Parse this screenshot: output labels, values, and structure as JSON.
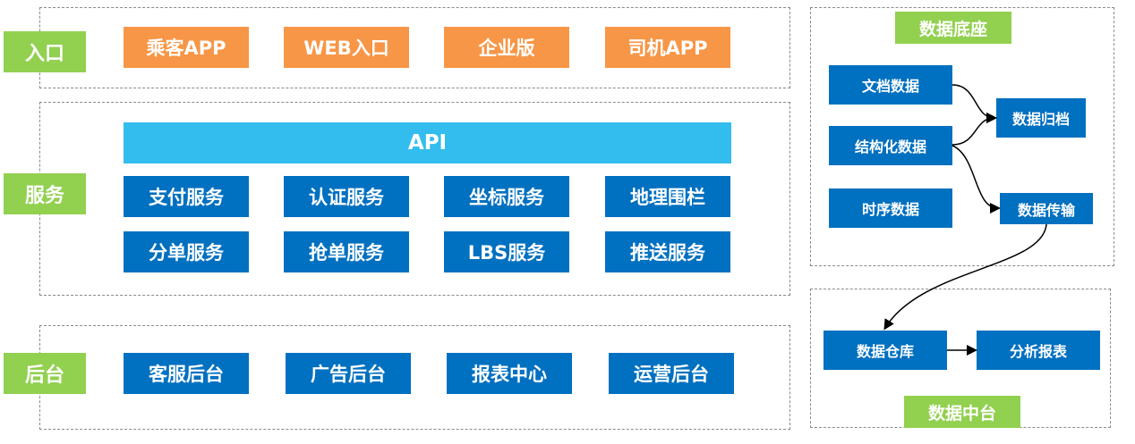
{
  "layers": {
    "entry": {
      "label": "入口",
      "items": [
        "乘客APP",
        "WEB入口",
        "企业版",
        "司机APP"
      ]
    },
    "service": {
      "label": "服务",
      "api": "API",
      "row1": [
        "支付服务",
        "认证服务",
        "坐标服务",
        "地理围栏"
      ],
      "row2": [
        "分单服务",
        "抢单服务",
        "LBS服务",
        "推送服务"
      ]
    },
    "backend": {
      "label": "后台",
      "items": [
        "客服后台",
        "广告后台",
        "报表中心",
        "运营后台"
      ]
    }
  },
  "data_base": {
    "title": "数据底座",
    "doc": "文档数据",
    "structured": "结构化数据",
    "timeseries": "时序数据",
    "archive": "数据归档",
    "transfer": "数据传输"
  },
  "data_middle": {
    "title": "数据中台",
    "warehouse": "数据仓库",
    "report": "分析报表"
  },
  "colors": {
    "layer_label": "#92d050",
    "entry_box": "#f79646",
    "service_box": "#0070c0",
    "api_bar": "#33bdee"
  }
}
